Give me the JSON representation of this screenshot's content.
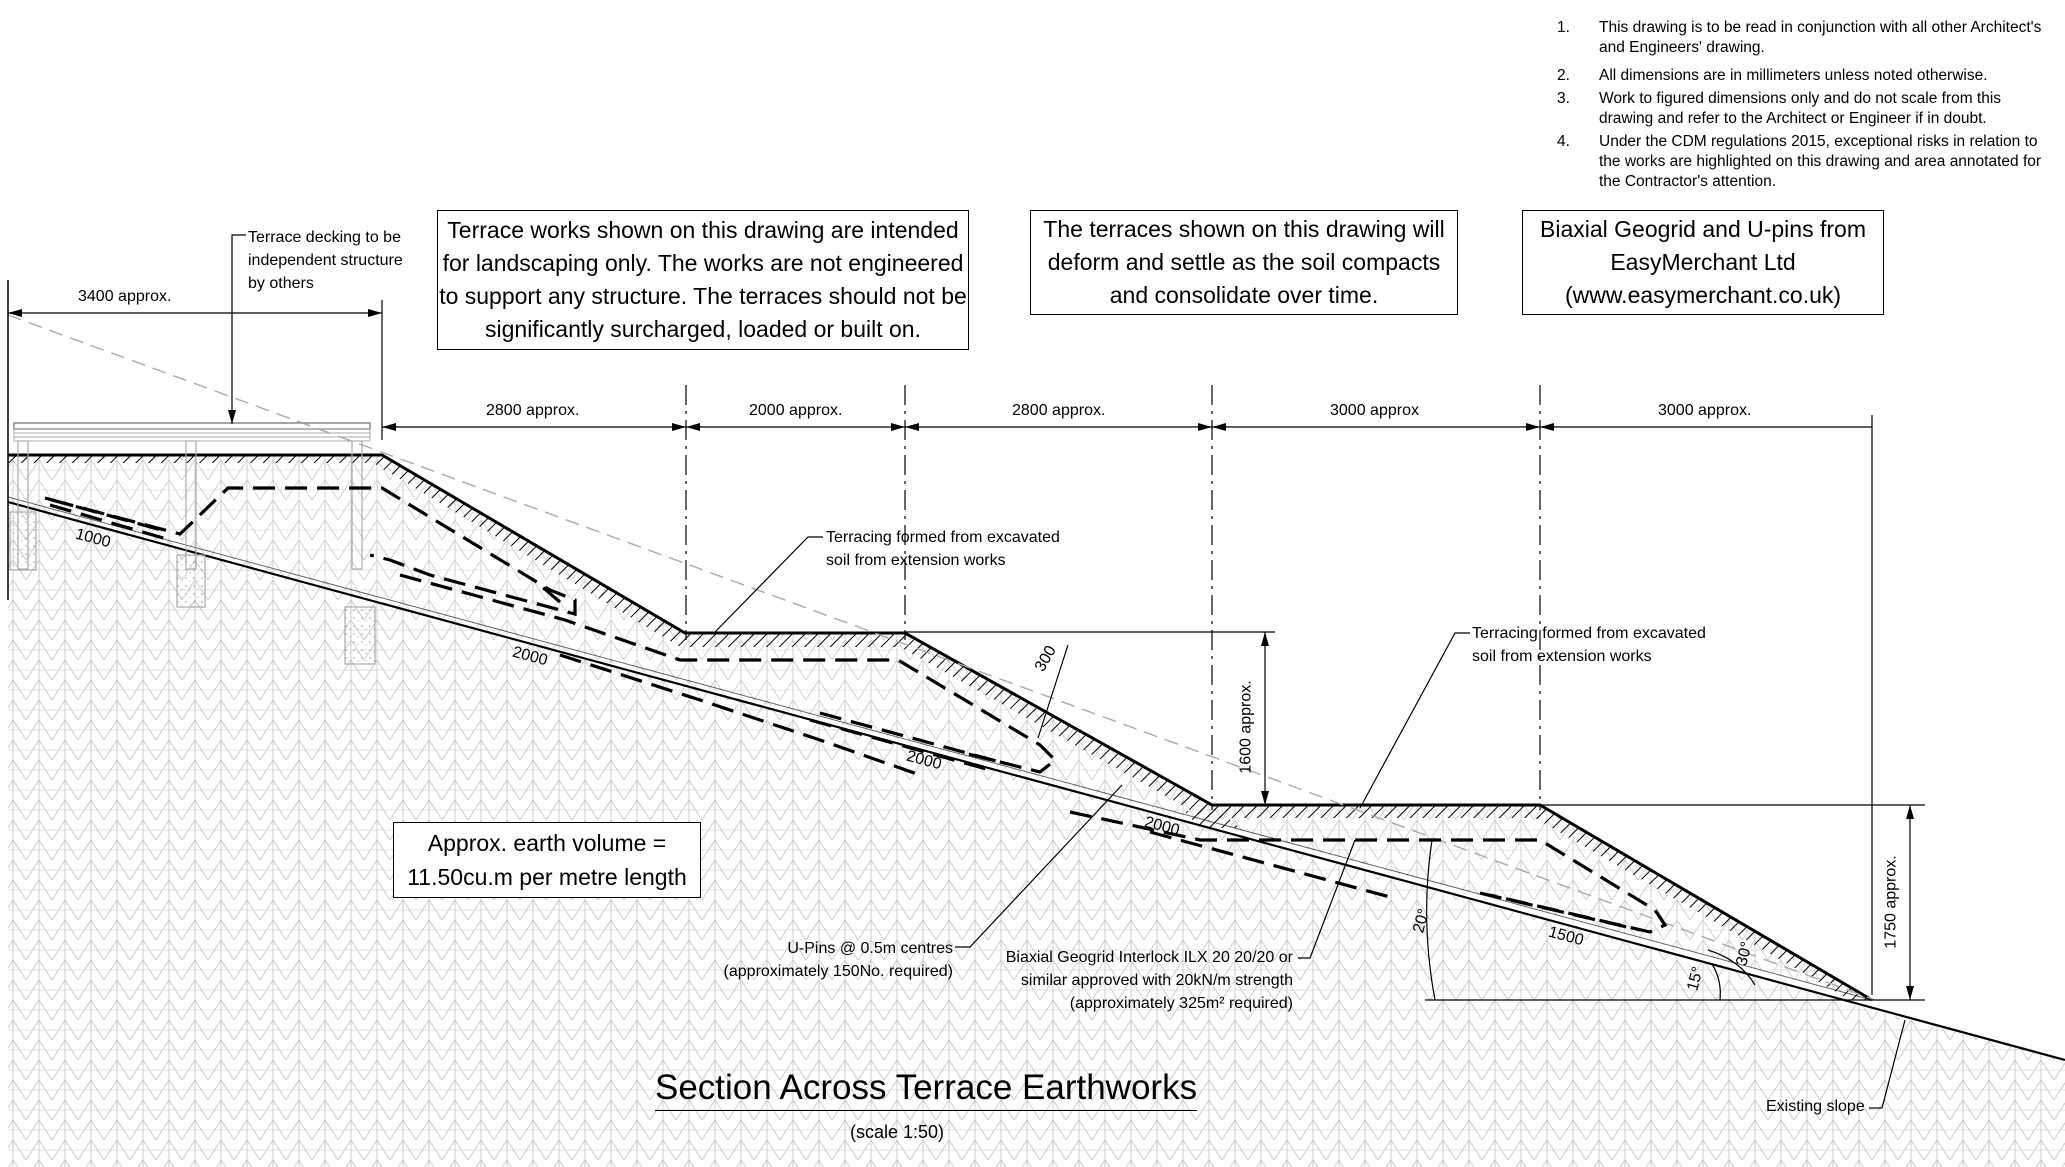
{
  "notes": [
    {
      "num": "1.",
      "lines": [
        "This drawing is to be read in conjunction with all other Architect's",
        "and Engineers' drawing."
      ]
    },
    {
      "num": "2.",
      "lines": [
        "All dimensions are in millimeters unless noted otherwise."
      ]
    },
    {
      "num": "3.",
      "lines": [
        "Work to figured dimensions only and do not scale from this",
        "drawing and refer to the Architect or Engineer if in doubt."
      ]
    },
    {
      "num": "4.",
      "lines": [
        "Under the CDM regulations 2015,  exceptional risks in relation to",
        "the works are highlighted on this drawing and area annotated for",
        "the Contractor's attention."
      ]
    }
  ],
  "boxes": {
    "landscaping": [
      "Terrace works shown on this drawing are intended",
      "for landscaping only. The works are not engineered",
      "to support any structure. The terraces should not be",
      "significantly surcharged, loaded or built on."
    ],
    "settle": [
      "The terraces shown on this drawing will",
      "deform and settle as the soil compacts",
      "and consolidate over time."
    ],
    "supplier": [
      "Biaxial Geogrid and U-pins from",
      "EasyMerchant Ltd",
      "(www.easymerchant.co.uk)"
    ],
    "volume": [
      "Approx. earth volume =",
      "11.50cu.m per metre length"
    ]
  },
  "annotations": {
    "decking": [
      "Terrace decking to be",
      "independent structure",
      "by others"
    ],
    "terracing_1": [
      "Terracing formed from excavated",
      "soil from extension works"
    ],
    "terracing_2": [
      "Terracing formed from excavated",
      "soil from extension works"
    ],
    "upins": [
      "U-Pins @ 0.5m centres",
      "(approximately 150No. required)"
    ],
    "geogrid": [
      "Biaxial Geogrid Interlock ILX 20 20/20 or",
      "similar approved with 20kN/m strength",
      "(approximately 325m² required)"
    ],
    "existing_slope": "Existing slope"
  },
  "dimensions": {
    "deck_width": "3400 approx.",
    "d1": "2800 approx.",
    "d2": "2000 approx.",
    "d3": "2800 approx.",
    "d4": "3000 approx",
    "d5": "3000 approx.",
    "h1": "1600 approx.",
    "h2": "1750 approx.",
    "g1": "1000",
    "g2": "2000",
    "g3": "2000",
    "g4": "2000",
    "g5": "1500",
    "t300": "300",
    "a20": "20°",
    "a30": "30°",
    "a15": "15°"
  },
  "title": "Section Across Terrace Earthworks",
  "scale": "(scale 1:50)"
}
